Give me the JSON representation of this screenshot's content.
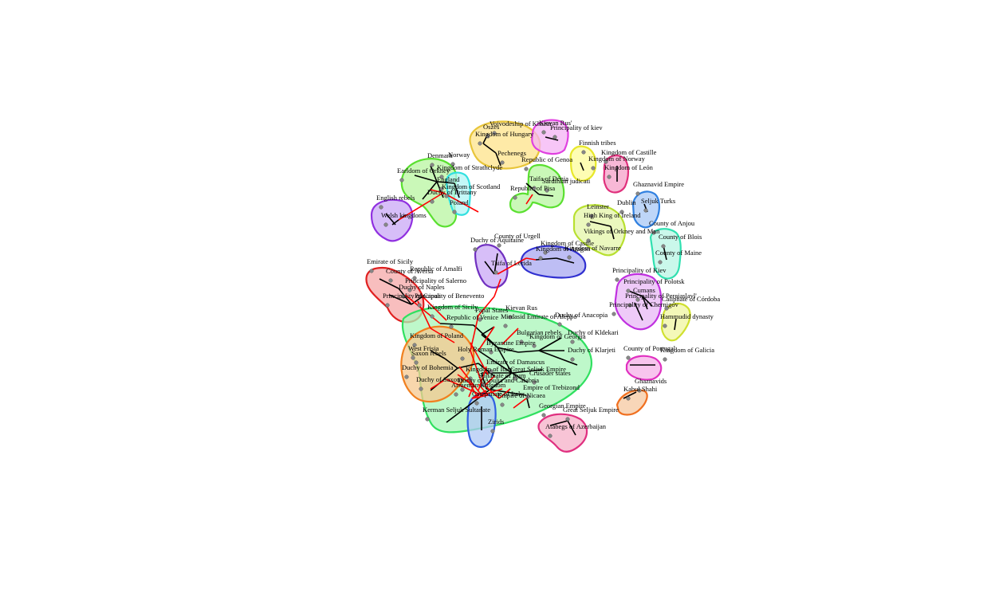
{
  "diagram": {
    "type": "network-graph",
    "edge_colors": {
      "intra": "#000000",
      "inter": "#ff0000"
    },
    "clusters": [
      {
        "name": "cluster-hungary",
        "fill": "#fde38a",
        "stroke": "#e8c53a",
        "nodes": [
          "Oszes",
          "Kingdom of Hungary",
          "Pechenegs",
          "Voivodeship of Khazar"
        ]
      },
      {
        "name": "cluster-kiev",
        "fill": "#f4b3f4",
        "stroke": "#e040e0",
        "nodes": [
          "Kievan Rus'",
          "Principality of kiev"
        ]
      },
      {
        "name": "cluster-finnish",
        "fill": "#fdfc9a",
        "stroke": "#e8e82a",
        "nodes": [
          "Finnish tribes",
          "Kingdom of Norway"
        ]
      },
      {
        "name": "cluster-leon",
        "fill": "#f5a0c8",
        "stroke": "#e0307c",
        "nodes": [
          "Kingdom of Castille",
          "Kingdom of León"
        ]
      },
      {
        "name": "cluster-britain",
        "fill": "#b8f5a0",
        "stroke": "#5ae030",
        "nodes": [
          "Denmark",
          "Norway",
          "Earldom of Orkney",
          "England",
          "Kingdom of Strathclyde",
          "Kingdom of Scotland",
          "Duchy of Brittany",
          "English rebels"
        ]
      },
      {
        "name": "cluster-poland",
        "fill": "#b0f5f5",
        "stroke": "#30e0e0",
        "nodes": [
          "Poland"
        ]
      },
      {
        "name": "cluster-welsh",
        "fill": "#c9a8f5",
        "stroke": "#9030e0",
        "nodes": [
          "Welsh kingdoms"
        ]
      },
      {
        "name": "cluster-genoa",
        "fill": "#b8f5a0",
        "stroke": "#5ae030",
        "nodes": [
          "Republic of Genoa",
          "Taifa of Dénia",
          "Sardinian judicati",
          "Republic of Pisa"
        ]
      },
      {
        "name": "cluster-ireland",
        "fill": "#e4f5a8",
        "stroke": "#b8e030",
        "nodes": [
          "Leinster",
          "High King of Ireland",
          "Vikings of Orkney and Man"
        ]
      },
      {
        "name": "cluster-seljuk-turks",
        "fill": "#a8c8f5",
        "stroke": "#3080e0",
        "nodes": [
          "Dublin",
          "Seljuk Turks"
        ]
      },
      {
        "name": "cluster-ghaznavid",
        "fill": "#ffffff",
        "stroke": "#ffffff",
        "nodes": [
          "Ghaznavid Empire"
        ]
      },
      {
        "name": "cluster-france",
        "fill": "#b8f5e4",
        "stroke": "#30e0b0",
        "nodes": [
          "County of Anjou",
          "County of Blois",
          "County of Maine"
        ]
      },
      {
        "name": "cluster-aquitaine",
        "fill": "#c9a8f5",
        "stroke": "#7030c0",
        "nodes": [
          "County of Urgell",
          "Duchy of Aquitaine",
          "Taifa of Lérida"
        ]
      },
      {
        "name": "cluster-castile",
        "fill": "#a8a8f0",
        "stroke": "#3030d0",
        "nodes": [
          "Kingdom of Castile",
          "Kingdom of Aragon",
          "Kingdom of Navarre"
        ]
      },
      {
        "name": "cluster-sicily",
        "fill": "#f5a8a8",
        "stroke": "#e02020",
        "nodes": [
          "Emirate of Sicily",
          "Republic of Amalfi",
          "County of Aversa",
          "Principality of Salerno",
          "Duchy of Naples",
          "Principality of Capua",
          "Principality of Benevento"
        ]
      },
      {
        "name": "cluster-rus",
        "fill": "#e8b8f5",
        "stroke": "#c030e0",
        "nodes": [
          "Principality of Kiev",
          "Principality of Polotsk",
          "Cumans",
          "Principality of Pereiaslavl",
          "Principality of Chernigov"
        ]
      },
      {
        "name": "cluster-cordoba",
        "fill": "#f0f5a0",
        "stroke": "#d0e030",
        "nodes": [
          "Caliphate of Córdoba",
          "Hammudid dynasty"
        ]
      },
      {
        "name": "cluster-byzantine",
        "fill": "#a8f5b8",
        "stroke": "#30e060",
        "nodes": [
          "Kingdom of Sicily",
          "Papal States",
          "Kievan Rus",
          "Mirdasid Emirate of Aleppo",
          "Republic of Venice",
          "Byzantine Empire",
          "Bulgarian rebels",
          "Kingdom of Georgia",
          "Duchy of Anacopia",
          "Duchy of Kldekari",
          "Duchy of Klarjeti",
          "Emirate of Damascus",
          "Great Seljuk Empire",
          "Crusader states",
          "Sultanate of Rum",
          "Empire of Trebizond",
          "Empire of Nicaea",
          "Georgian Empire",
          "Kerman Seljuk Sultanate",
          "Zirids"
        ]
      },
      {
        "name": "cluster-hre",
        "fill": "#f5c890",
        "stroke": "#f08020",
        "nodes": [
          "Kingdom of Poland",
          "West Frisia",
          "Holy Roman Empire",
          "Saxon rebels",
          "Duchy of Bohemia",
          "Duchy of Saxony",
          "Kingdom of Italy"
        ]
      },
      {
        "name": "cluster-italy",
        "fill": "#b0c8f5",
        "stroke": "#3060e0",
        "nodes": [
          "Catepanate of Italy",
          "Duchy of Apulia and Calabria",
          "Armenian Kingdom"
        ]
      },
      {
        "name": "cluster-portugal",
        "fill": "#f5b0e8",
        "stroke": "#e030c0",
        "nodes": [
          "County of Portugal",
          "Kingdom of Galicia"
        ]
      },
      {
        "name": "cluster-ghaznavids",
        "fill": "#f5c8a0",
        "stroke": "#f07020",
        "nodes": [
          "Ghaznavids",
          "Kabul Shahi"
        ]
      },
      {
        "name": "cluster-azerbaijan",
        "fill": "#f5b0c8",
        "stroke": "#e03080",
        "nodes": [
          "Great Seljuk Empire",
          "Atabegs of Azerbaijan"
        ]
      }
    ],
    "labels": [
      "Voivodeship of Khazar",
      "Kievan Rus'",
      "Oszes",
      "Principality of kiev",
      "Kingdom of Hungary",
      "Pechenegs",
      "Finnish tribes",
      "Denmark",
      "Norway",
      "Kingdom of Castille",
      "Republic of Genoa",
      "Kingdom of Norway",
      "Kingdom of Strathclyde",
      "Kingdom of León",
      "Earldom of Orkney",
      "Taifa of Dénia",
      "Sardinian judicati",
      "England",
      "Ghaznavid Empire",
      "Kingdom of Scotland",
      "Republic of Pisa",
      "Duchy of Brittany",
      "English rebels",
      "Dublin",
      "Seljuk Turks",
      "Poland",
      "Leinster",
      "High King of Ireland",
      "Welsh kingdoms",
      "County of Anjou",
      "Vikings of Orkney and Man",
      "County of Urgell",
      "County of Blois",
      "Duchy of Aquitaine",
      "Kingdom of Castile",
      "Kingdom of Aragon",
      "Kingdom of Navarre",
      "County of Maine",
      "Taifa of Lérida",
      "Emirate of Sicily",
      "Republic of Amalfi",
      "Principality of Kiev",
      "County of Aversa",
      "Principality of Salerno",
      "Principality of Polotsk",
      "Duchy of Naples",
      "Cumans",
      "Principality of Pereiaslavl'",
      "Principality of Capua",
      "Principality of Benevento",
      "Caliphate of Córdoba",
      "Principality of Chernigov",
      "Kingdom of Sicily",
      "Papal States",
      "Kievan Rus",
      "Duchy of Anacopia",
      "Republic of Venice",
      "Mirdasid Emirate of Aleppo",
      "Hammudid dynasty",
      "Kingdom of Poland",
      "Duchy of Kldekari",
      "Bulgarian rebels",
      "Kingdom of Georgia",
      "Byzantine Empire",
      "County of Portugal",
      "West Frisia",
      "Holy Roman Empire",
      "Kingdom of Galicia",
      "Duchy of Klarjeti",
      "Saxon rebels",
      "Emirate of Damascus",
      "Duchy of Bohemia",
      "Great Seljuk Empire",
      "Kingdom of Italy",
      "Crusader states",
      "Duchy of Saxony",
      "Sultanate of Rum",
      "Ghaznavids",
      "Duchy of Apulia and Calabria",
      "Armenian Kingdom",
      "Empire of Trebizond",
      "Kabul Shahi",
      "Catepanate of Italy",
      "Empire of Nicaea",
      "Georgian Empire",
      "Great Seljuk Empire",
      "Kerman Seljuk Sultanate",
      "Zirids",
      "Atabegs of Azerbaijan"
    ]
  }
}
